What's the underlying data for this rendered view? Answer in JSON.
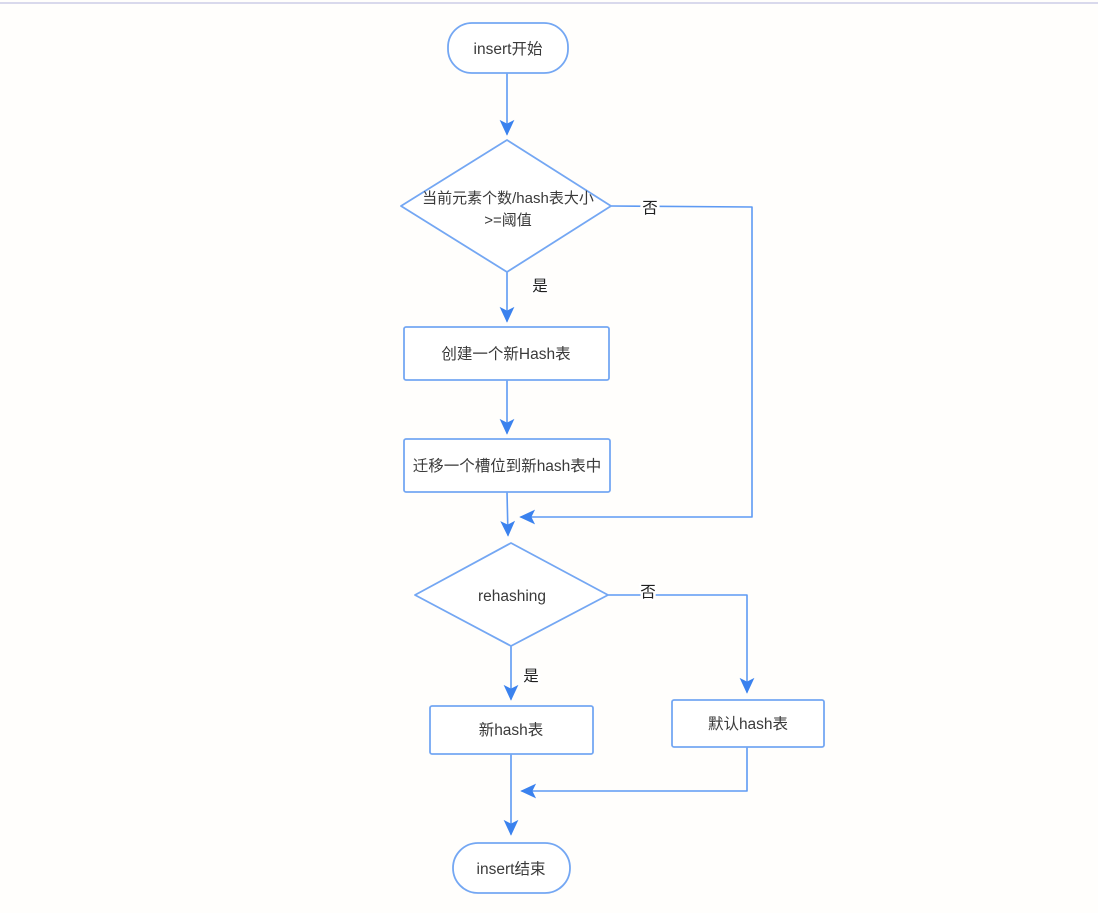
{
  "page": {
    "background_color": "#fffefc",
    "top_border_color": "#d9d9ec"
  },
  "flowchart": {
    "style": {
      "line_color": "#5e9af3",
      "shape_border_color": "#74a7f3",
      "arrowhead_color": "#3b82ee",
      "text_color": "#3a3a3a",
      "edge_label_color": "#1f1f1f"
    },
    "nodes": {
      "start": {
        "type": "terminal",
        "label": "insert开始"
      },
      "decision_load_factor": {
        "type": "decision",
        "label": "当前元素个数/hash表大小 >=阈值",
        "label_line1": "当前元素个数/hash表大小",
        "label_line2": ">=阈值"
      },
      "process_create_hash": {
        "type": "process",
        "label": "创建一个新Hash表"
      },
      "process_migrate_slot": {
        "type": "process",
        "label": "迁移一个槽位到新hash表中"
      },
      "decision_rehashing": {
        "type": "decision",
        "label": "rehashing"
      },
      "process_new_hash": {
        "type": "process",
        "label": "新hash表"
      },
      "process_default_hash": {
        "type": "process",
        "label": "默认hash表"
      },
      "end": {
        "type": "terminal",
        "label": "insert结束"
      }
    },
    "edge_labels": {
      "load_factor_yes": "是",
      "load_factor_no": "否",
      "rehashing_yes": "是",
      "rehashing_no": "否"
    }
  }
}
